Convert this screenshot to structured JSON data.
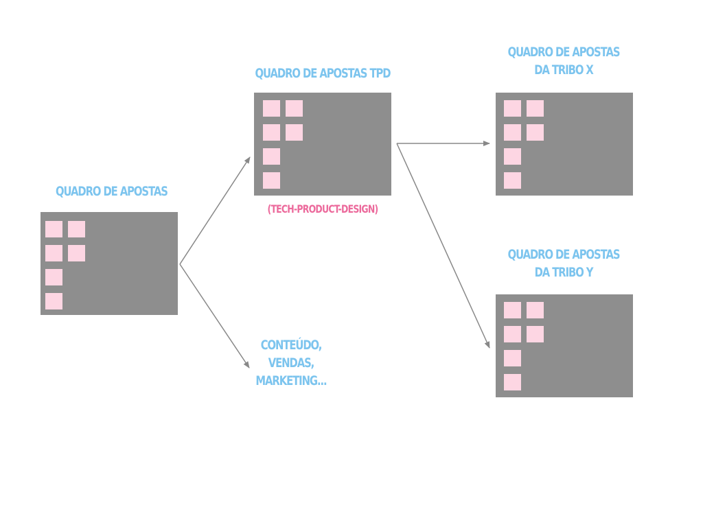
{
  "nodes": {
    "root": {
      "title_lines": [
        "QUADRO DE APOSTAS"
      ]
    },
    "tpd": {
      "title_lines": [
        "QUADRO DE APOSTAS TPD"
      ],
      "subtitle": "(TECH-PRODUCT-DESIGN)"
    },
    "others": {
      "title_lines": [
        "CONTEÚDO,",
        "VENDAS,",
        "MARKETING..."
      ]
    },
    "tribe_x": {
      "title_lines": [
        "QUADRO DE APOSTAS",
        "DA TRIBO X"
      ]
    },
    "tribe_y": {
      "title_lines": [
        "QUADRO DE APOSTAS",
        "DA TRIBO Y"
      ]
    }
  },
  "colors": {
    "title": "#7cc4ee",
    "subtitle": "#ec6a9c",
    "board": "#8e8e8e",
    "sticky_note": "#fdd6e3",
    "arrow": "#888888"
  }
}
